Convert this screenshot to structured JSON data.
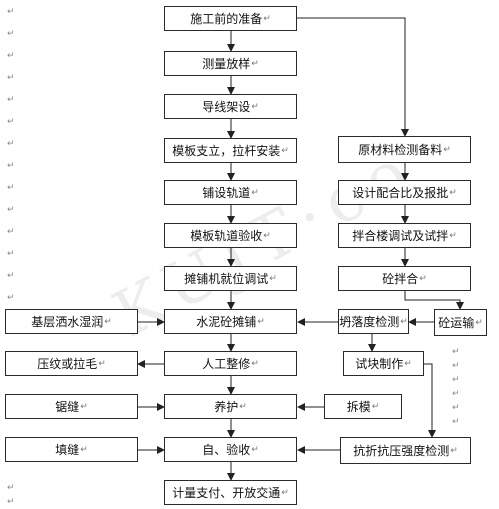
{
  "para_mark": "↵",
  "watermark": "KUJT·co",
  "nodes": {
    "prep": "施工前的准备",
    "survey": "测量放样",
    "guide_wire": "导线架设",
    "formwork": "模板支立，拉杆安装",
    "rail": "铺设轨道",
    "rail_check": "模板轨道验收",
    "paver": "摊铺机就位调试",
    "paving": "水泥砼摊铺",
    "finishing": "人工整修",
    "curing": "养护",
    "acceptance": "自、验收",
    "open_traffic": "计量支付、开放交通",
    "materials": "原材料检测备料",
    "mix_design": "设计配合比及报批",
    "mixing_test": "拌合楼调试及试拌",
    "concrete_mixing": "砼拌合",
    "slump": "坍落度检测",
    "transport": "砼运输",
    "specimen": "试块制作",
    "strength": "抗折抗压强度检测",
    "demould": "拆模",
    "base_wetting": "基层洒水湿润",
    "texturing": "压纹或拉毛",
    "sawing": "锯缝",
    "joint_filling": "填缝"
  }
}
